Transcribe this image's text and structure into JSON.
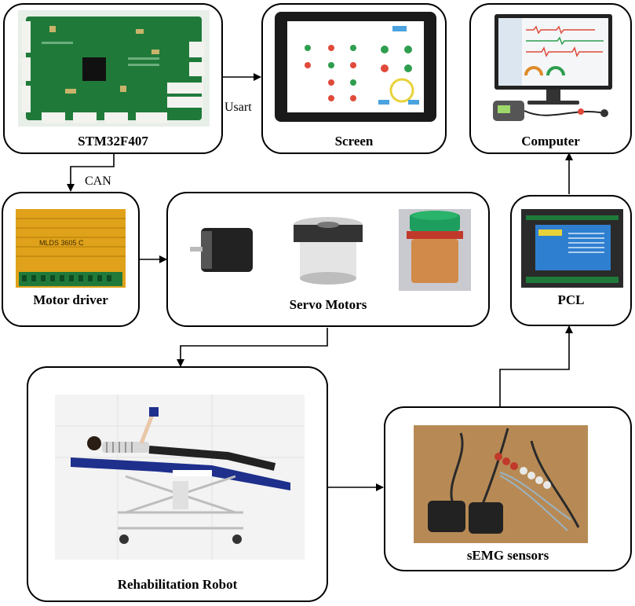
{
  "nodes": {
    "stm32": {
      "label": "STM32F407",
      "icon": "pcb-board-photo"
    },
    "screen": {
      "label": "Screen",
      "icon": "touch-screen-photo"
    },
    "computer": {
      "label": "Computer",
      "icon": "computer-monitor-photo"
    },
    "motor_driver": {
      "label": "Motor driver",
      "icon": "motor-driver-photo",
      "device_text": "MLDS 3605 C"
    },
    "servo_motors": {
      "label": "Servo Motors",
      "icon": "servo-motor-photos"
    },
    "pcl": {
      "label": "PCL",
      "icon": "pcl-module-photo"
    },
    "robot": {
      "label": "Rehabilitation Robot",
      "icon": "rehabilitation-robot-photo"
    },
    "semg": {
      "label": "sEMG sensors",
      "icon": "semg-sensor-photo"
    }
  },
  "edges": {
    "usart": "Usart",
    "can": "CAN"
  },
  "colors": {
    "pcb_green": "#1f7a3a",
    "driver_gold": "#e0a21a",
    "screen_bezel": "#1a1a1a",
    "pcl_blue": "#2f7fd0",
    "robot_blue": "#1e2f8c"
  }
}
